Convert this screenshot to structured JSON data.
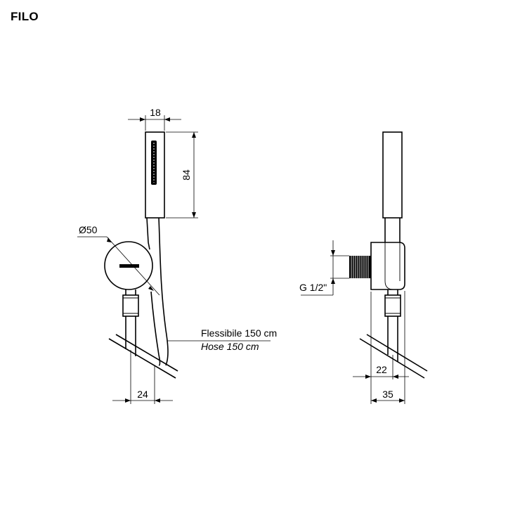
{
  "title": "FILO",
  "dimensions": {
    "handle_width": "18",
    "handle_height": "84",
    "knob_diameter": "Ø50",
    "spacing_left": "24",
    "hose_label_it": "Flessibile 150 cm",
    "hose_label_en": "Hose 150 cm",
    "thread": "G 1/2\"",
    "depth_22": "22",
    "depth_35": "35"
  }
}
